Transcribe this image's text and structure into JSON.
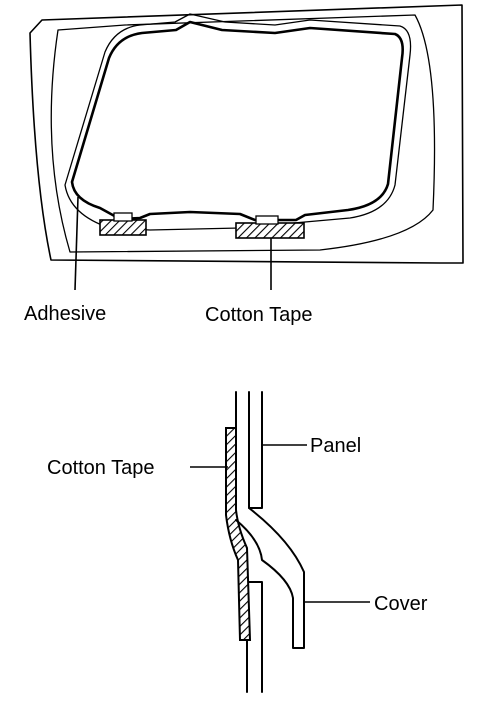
{
  "top_figure": {
    "labels": {
      "adhesive": "Adhesive",
      "cotton_tape": "Cotton Tape"
    }
  },
  "bottom_figure": {
    "labels": {
      "cotton_tape": "Cotton Tape",
      "panel": "Panel",
      "cover": "Cover"
    }
  }
}
